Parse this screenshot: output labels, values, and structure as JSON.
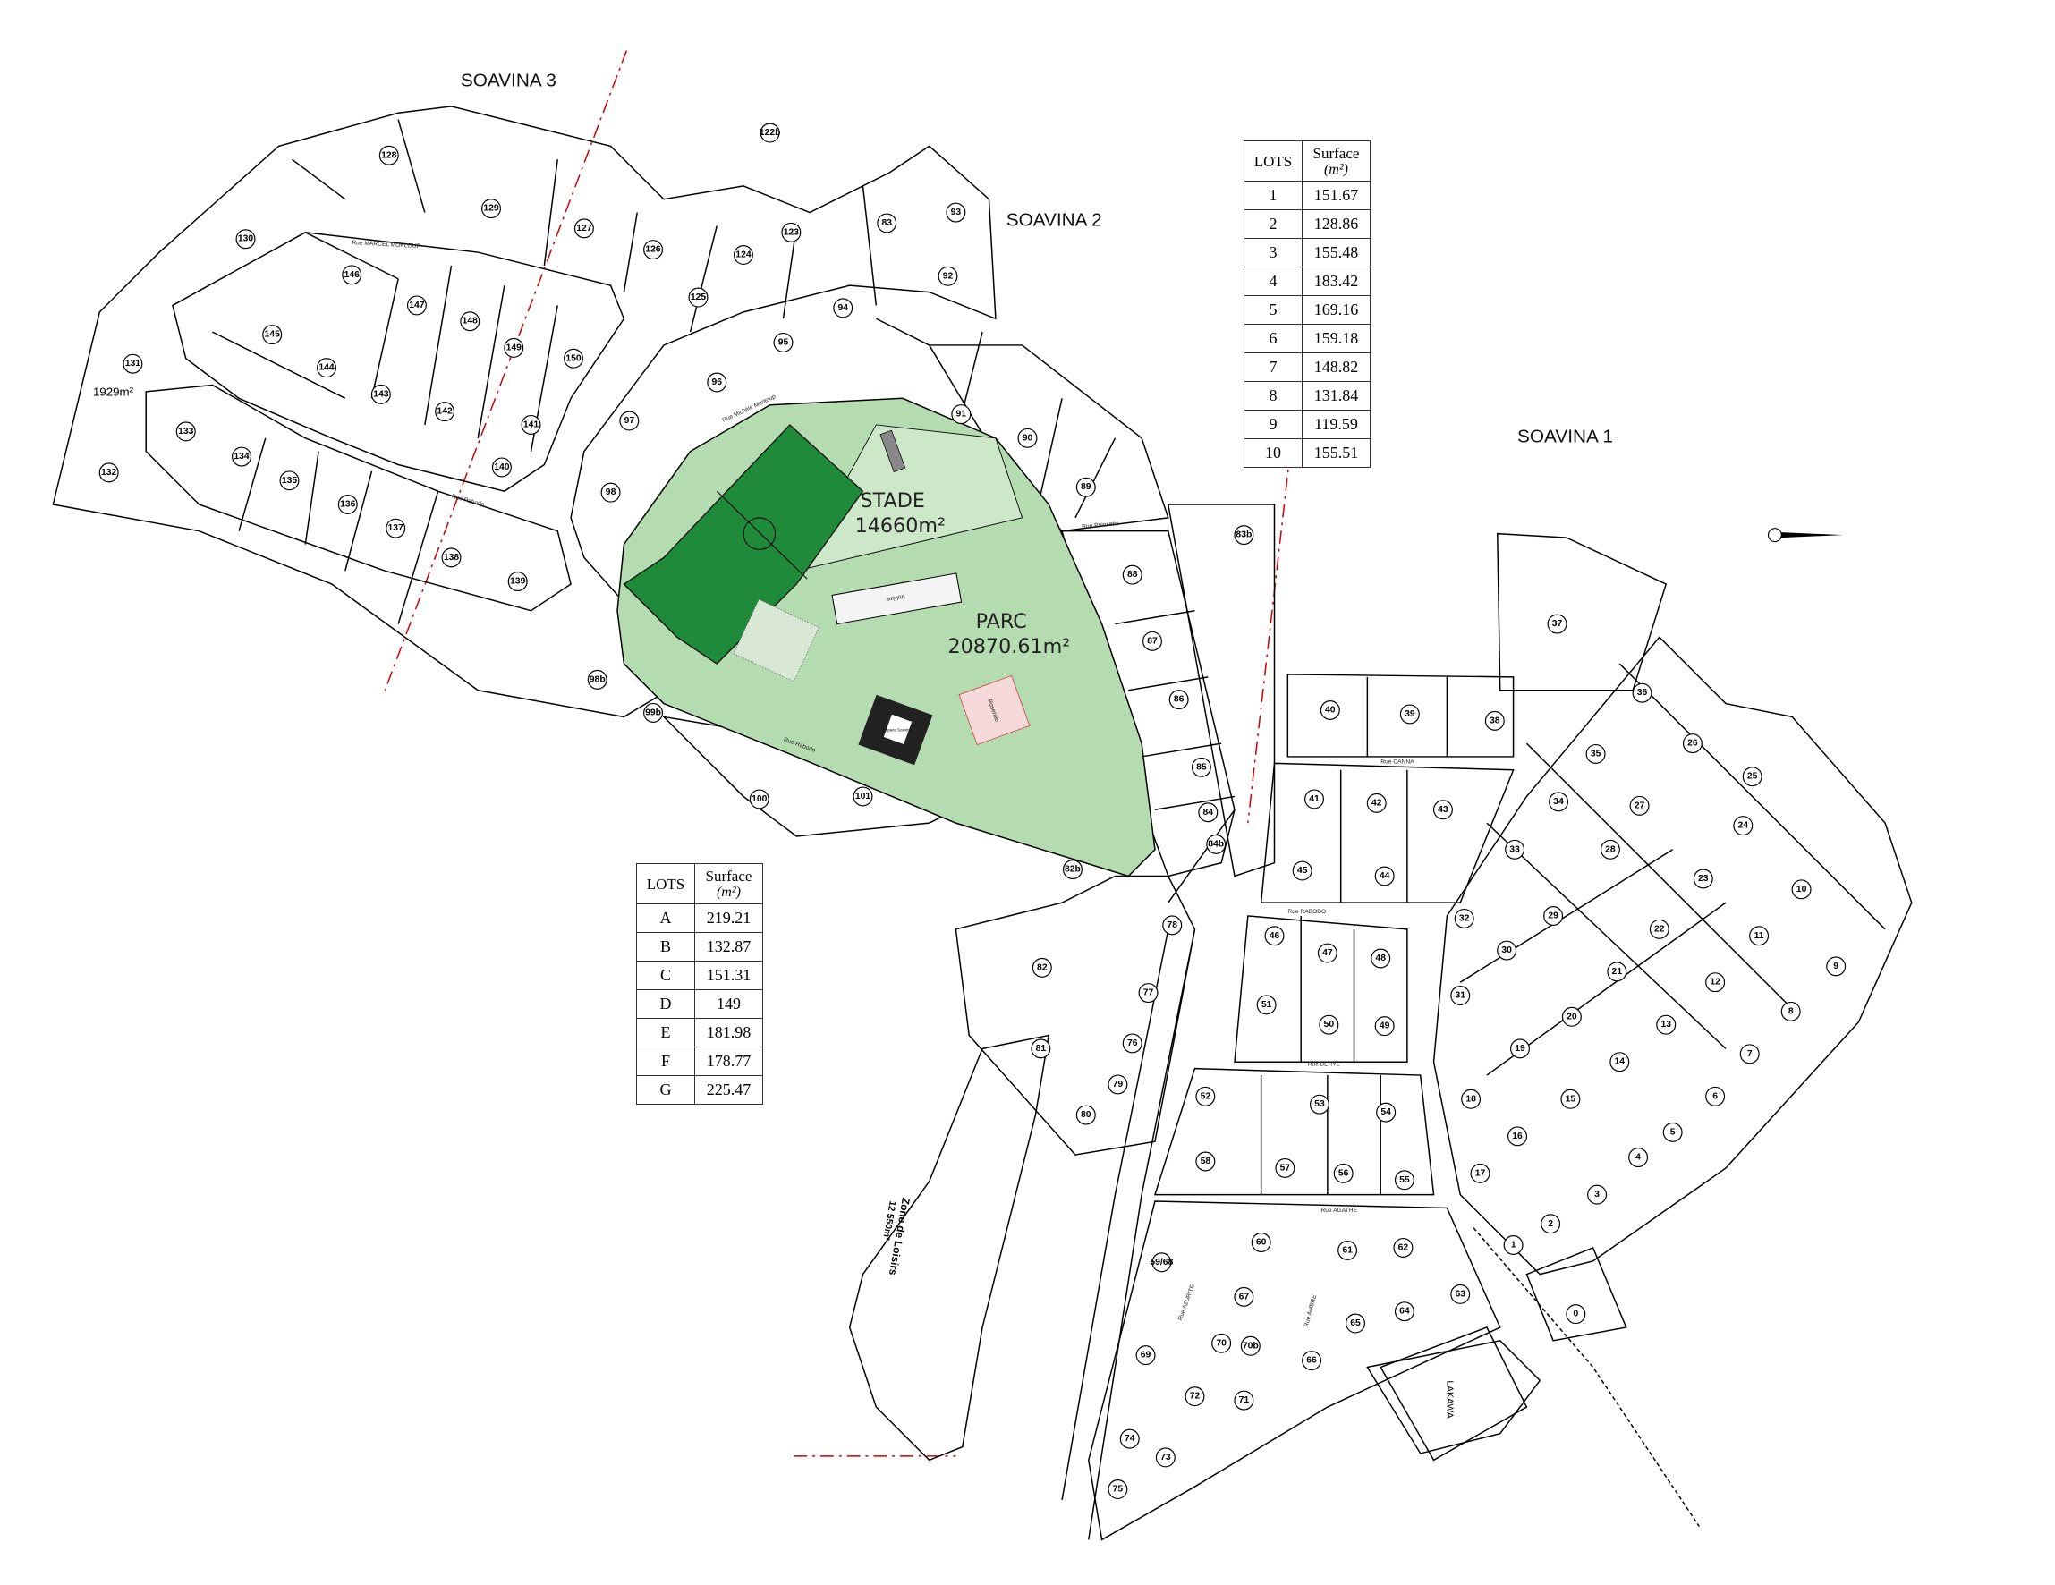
{
  "zones": {
    "soavina_3": "SOAVINA 3",
    "soavina_2": "SOAVINA 2",
    "soavina_1": "SOAVINA 1"
  },
  "facilities": {
    "stade_name": "STADE",
    "stade_area": "14660m²",
    "parc_name": "PARC",
    "parc_area": "20870.61m²",
    "voliere": "Volière",
    "roseraie": "Roseraie",
    "espace": "Espace Soavina",
    "zone_loisirs": "Zone de Loisirs",
    "zone_loisirs_area": "12 550m²",
    "lakawa": "LAKAWA",
    "lot_131_area": "1929m²"
  },
  "streets": {
    "marcel": "Rue MARCEL MOKLOUP",
    "michele": "Rue Michèle Montoup",
    "rabodo_1": "Rue Rabodo",
    "rabodo_2": "Rue Rabodo",
    "poinsetia": "Rue Poinsetia",
    "canna": "Rue CANNA",
    "rabodo_3": "Rue RABODO",
    "beryl": "Rue BERYL",
    "agathe": "Rue AGATHE",
    "azurite": "Rue AZURITE",
    "ambre": "Rue AMBRE"
  },
  "table_numbers": {
    "header_lots": "LOTS",
    "header_surface": "Surface",
    "header_unit": "(m²)",
    "rows": [
      {
        "lot": "1",
        "surface": "151.67"
      },
      {
        "lot": "2",
        "surface": "128.86"
      },
      {
        "lot": "3",
        "surface": "155.48"
      },
      {
        "lot": "4",
        "surface": "183.42"
      },
      {
        "lot": "5",
        "surface": "169.16"
      },
      {
        "lot": "6",
        "surface": "159.18"
      },
      {
        "lot": "7",
        "surface": "148.82"
      },
      {
        "lot": "8",
        "surface": "131.84"
      },
      {
        "lot": "9",
        "surface": "119.59"
      },
      {
        "lot": "10",
        "surface": "155.51"
      }
    ]
  },
  "table_letters": {
    "header_lots": "LOTS",
    "header_surface": "Surface",
    "header_unit": "(m²)",
    "rows": [
      {
        "lot": "A",
        "surface": "219.21"
      },
      {
        "lot": "B",
        "surface": "132.87"
      },
      {
        "lot": "C",
        "surface": "151.31"
      },
      {
        "lot": "D",
        "surface": "149"
      },
      {
        "lot": "E",
        "surface": "181.98"
      },
      {
        "lot": "F",
        "surface": "178.77"
      },
      {
        "lot": "G",
        "surface": "225.47"
      }
    ]
  },
  "lots": [
    "128",
    "129",
    "127",
    "126",
    "130",
    "124",
    "123",
    "122b",
    "125",
    "131",
    "132",
    "133",
    "134",
    "135",
    "136",
    "137",
    "138",
    "139",
    "140",
    "141",
    "142",
    "143",
    "144",
    "145",
    "146",
    "147",
    "148",
    "149",
    "150",
    "93",
    "92",
    "83",
    "94",
    "95",
    "96",
    "97",
    "98",
    "99b",
    "98b",
    "100",
    "101",
    "91",
    "90",
    "89",
    "88",
    "87",
    "86",
    "85",
    "84",
    "84b",
    "82",
    "81",
    "78",
    "77",
    "76",
    "79",
    "80",
    "82b",
    "83b",
    "37",
    "40",
    "39",
    "38",
    "41",
    "42",
    "43",
    "45",
    "44",
    "46",
    "47",
    "48",
    "51",
    "50",
    "49",
    "52",
    "53",
    "54",
    "58",
    "57",
    "56",
    "55",
    "59/68",
    "60",
    "61",
    "62",
    "63",
    "64",
    "65",
    "66",
    "67",
    "70",
    "70b",
    "69",
    "71",
    "72",
    "73",
    "74",
    "75",
    "36",
    "35",
    "34",
    "33",
    "32",
    "31",
    "30",
    "29",
    "28",
    "27",
    "26",
    "25",
    "24",
    "23",
    "22",
    "21",
    "20",
    "19",
    "18",
    "17",
    "16",
    "15",
    "14",
    "13",
    "12",
    "11",
    "10",
    "9",
    "8",
    "7",
    "6",
    "5",
    "4",
    "3",
    "2",
    "1",
    "0"
  ]
}
